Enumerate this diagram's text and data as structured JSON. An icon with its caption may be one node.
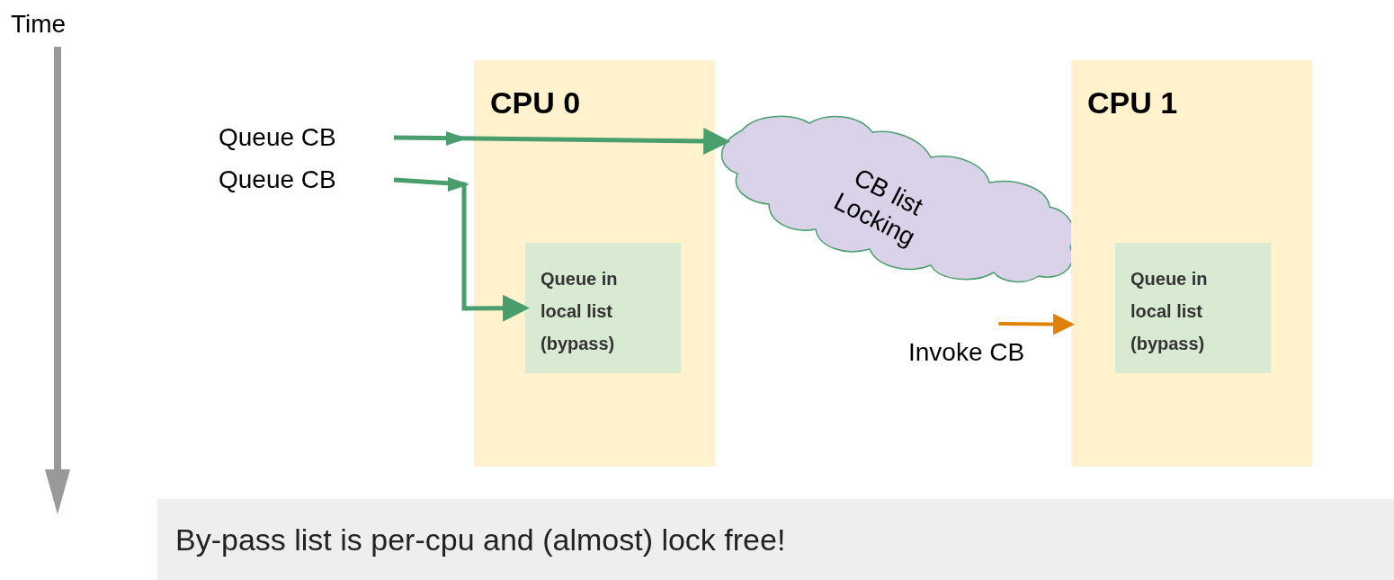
{
  "diagram": {
    "nodes": [
      {
        "text": [
          "Queue CB"
        ]
      },
      {
        "text": [
          "Queue CB"
        ]
      },
      {
        "text": [
          "CPU 0"
        ]
      },
      {
        "text": [
          "Queue in local list (bypass)"
        ],
        "in": 2
      },
      {
        "text": [
          "CB list Locking"
        ]
      },
      {
        "text": [
          "CPU 1"
        ]
      },
      {
        "text": [
          "Queue in local list (bypass)"
        ],
        "in": 5
      },
      {
        "text": [
          "Invoke CB"
        ]
      },
      {
        "text": [
          "By-pass list is per-cpu and (almost) lock free!"
        ]
      }
    ],
    "edges": [
      {
        "from": 0,
        "to": 4,
        "arrow": "to"
      },
      {
        "from": 1,
        "to": 3,
        "arrow": "to"
      },
      {
        "from": 7,
        "to": 5,
        "arrow": "to",
        "color": "#e0820a"
      }
    ],
    "labels": [
      "Time"
    ]
  }
}
